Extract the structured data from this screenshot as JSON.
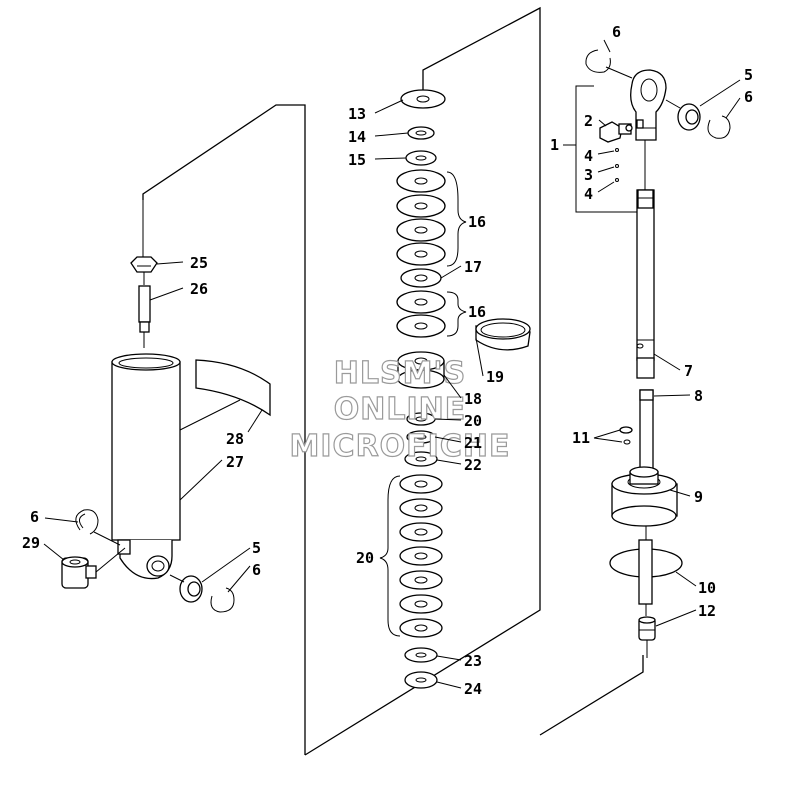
{
  "watermark": [
    "HLSM'S",
    "ONLINE",
    "MICROFICHE"
  ],
  "colors": {
    "line": "#000000",
    "watermark": "#9a9a9a",
    "background": "#ffffff"
  },
  "callouts": [
    "1",
    "2",
    "3",
    "4",
    "4",
    "5",
    "5",
    "6",
    "6",
    "6",
    "6",
    "7",
    "8",
    "9",
    "10",
    "11",
    "12",
    "13",
    "14",
    "15",
    "16",
    "16",
    "17",
    "18",
    "19",
    "20",
    "20",
    "21",
    "22",
    "23",
    "24",
    "25",
    "26",
    "27",
    "28",
    "29"
  ]
}
